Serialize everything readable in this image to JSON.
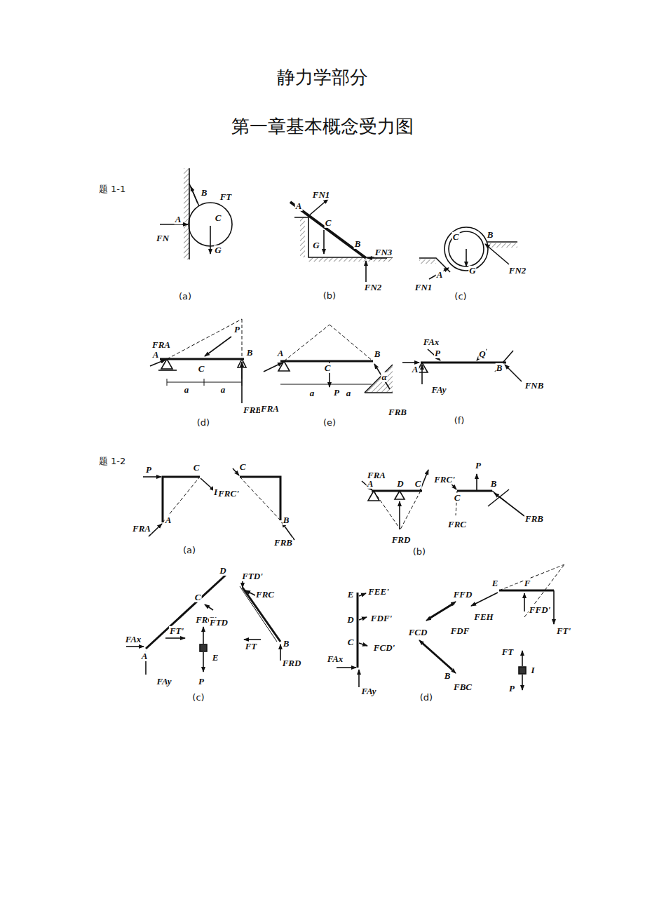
{
  "diagram": {
    "title": "静力学部分",
    "labels": [
      "题 1-1",
      "B",
      "FT",
      "A",
      "C",
      "FN",
      "G",
      "(a)",
      "FN1",
      "A",
      "C",
      "G",
      "B",
      "FN3",
      "FN2",
      "(b)",
      "C",
      "B",
      "A",
      "G",
      "FN1",
      "FN2",
      "(c)",
      "FRA",
      "A",
      "P",
      "C",
      "B",
      "FRB",
      "a",
      "a",
      "(d)",
      "A",
      "C",
      "B",
      "P",
      "FRA",
      "FRB",
      "a",
      "a",
      "α",
      "(e)",
      "FAx",
      "P",
      "Q",
      "A",
      "B",
      "FAy",
      "FNB",
      "(f)",
      "题 1-2",
      "P",
      "C",
      "FRC",
      "FRA",
      "A",
      "C",
      "FRC'",
      "B",
      "FRB",
      "(a)",
      "FRA",
      "A",
      "D",
      "C",
      "FRD",
      "FRC'",
      "P",
      "C",
      "B",
      "FRC",
      "FRB",
      "(b)",
      "D",
      "C",
      "FRC'",
      "FAx",
      "A",
      "FT'",
      "FTD",
      "E",
      "FAy",
      "P",
      "(c)",
      "FTD'",
      "FRC",
      "FT",
      "B",
      "FRD",
      "E",
      "FEE'",
      "D",
      "FDF'",
      "C",
      "FCD'",
      "FAx",
      "FAy",
      "FFD",
      "FDF",
      "FCD",
      "B",
      "FBC",
      "E",
      "F",
      "FEH",
      "FFD'",
      "FT'",
      "FT",
      "I",
      "P",
      "(d)",
      "第一章基本概念受力图"
    ]
  }
}
